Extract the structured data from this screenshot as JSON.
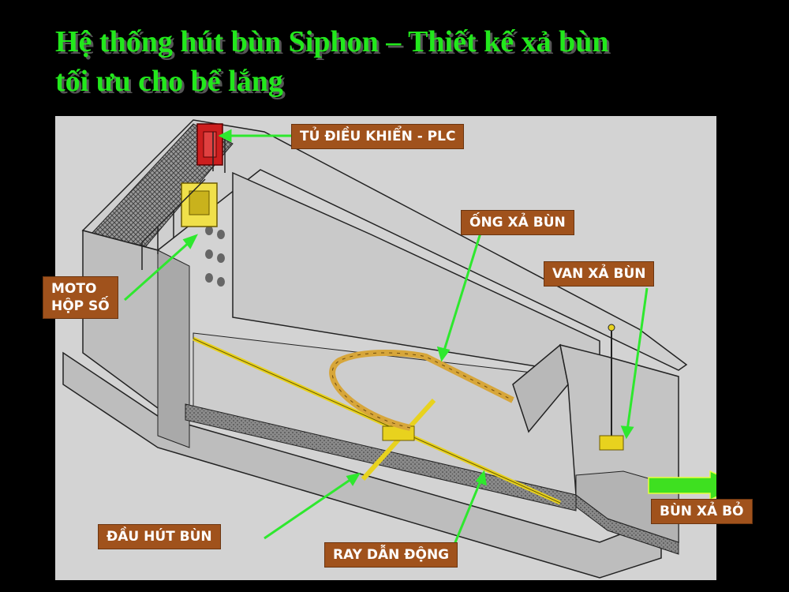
{
  "title": {
    "line1": "Hệ thống hút bùn Siphon – Thiết kế xả bùn",
    "line2": "tối ưu cho bể lắng"
  },
  "labels": {
    "control_cabinet": "TỦ ĐIỀU KHIỂN - PLC",
    "discharge_pipe": "ỐNG XẢ BÙN",
    "discharge_valve": "VAN XẢ BÙN",
    "motor_line1": "MOTO",
    "motor_line2": "HỘP SỐ",
    "suction_head": "ĐẦU HÚT BÙN",
    "guide_rail": "RAY DẪN ĐỘNG",
    "sludge_out": "BÙN XẢ BỎ"
  },
  "colors": {
    "background": "#000000",
    "title": "#22e81c",
    "label_bg": "#a0521c",
    "arrow": "#2ee82e",
    "equipment": "#e8d21e",
    "cabinet": "#cc1f1f"
  }
}
